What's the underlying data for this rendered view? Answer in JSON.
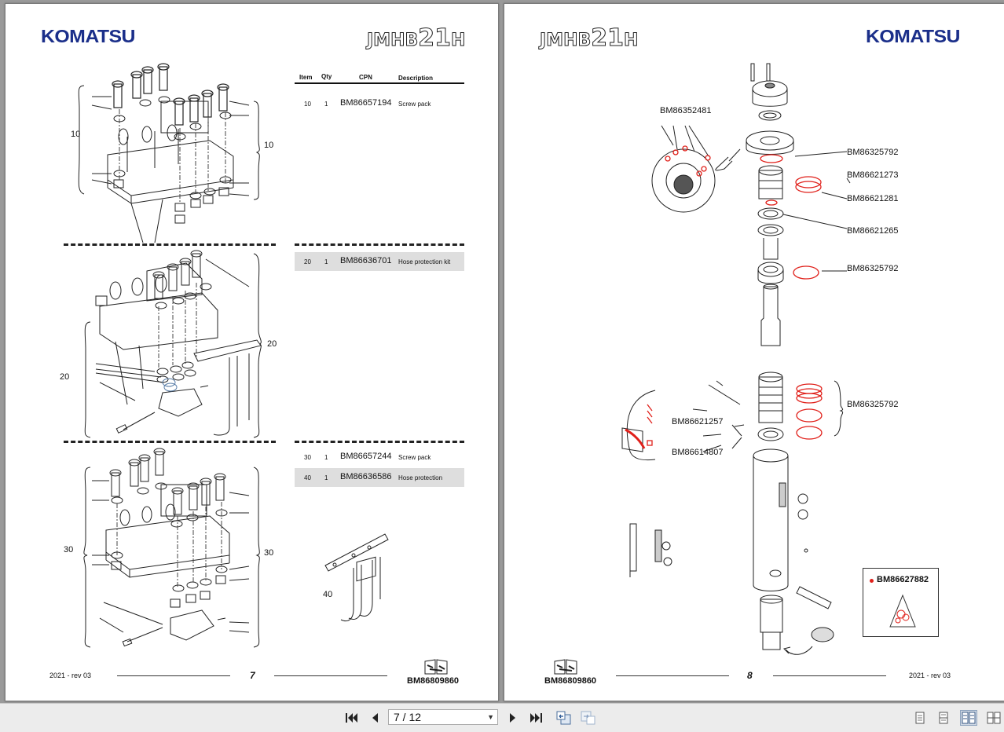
{
  "left_page": {
    "brand": "KOMATSU",
    "model_prefix": "JMHB",
    "model_num": "21",
    "model_suffix": "H",
    "table_headers": {
      "item": "Item",
      "qty": "Qty",
      "cpn": "CPN",
      "desc": "Description"
    },
    "rows": [
      {
        "item": "10",
        "qty": "1",
        "cpn": "BM86657194",
        "desc": "Screw pack",
        "shaded": false
      },
      {
        "item": "20",
        "qty": "1",
        "cpn": "BM86636701",
        "desc": "Hose protection kit",
        "shaded": true
      },
      {
        "item": "30",
        "qty": "1",
        "cpn": "BM86657244",
        "desc": "Screw pack",
        "shaded": false
      },
      {
        "item": "40",
        "qty": "1",
        "cpn": "BM86636586",
        "desc": "Hose  protection",
        "shaded": true
      }
    ],
    "diagram_labels": {
      "s10": "10",
      "s20": "20",
      "s30": "30",
      "s40": "40"
    },
    "footer_year": "2021 -  rev 03",
    "page_number": "7",
    "doc_code": "BM86809860"
  },
  "right_page": {
    "brand": "KOMATSU",
    "model_prefix": "JMHB",
    "model_num": "21",
    "model_suffix": "H",
    "parts": {
      "p1": "BM86352481",
      "p2": "BM86325792",
      "p3": "BM86621273",
      "p4": "BM86621281",
      "p5": "BM86621265",
      "p6": "BM86325792",
      "p7": "BM86325792",
      "p8": "BM86621257",
      "p9": "BM86614807"
    },
    "kit_callout": "BM86627882",
    "footer_year": "2021 -  rev 03",
    "page_number": "8",
    "doc_code": "BM86809860"
  },
  "toolbar": {
    "page_indicator": "7 / 12",
    "icons": [
      "first-page-icon",
      "prev-page-icon",
      "next-page-icon",
      "last-page-icon",
      "go-back-icon",
      "go-forward-icon"
    ],
    "views": [
      "single-page-view-icon",
      "continuous-view-icon",
      "two-page-view-icon",
      "two-page-continuous-view-icon"
    ],
    "active_view": "two-page-view-icon"
  },
  "colors": {
    "brand_blue": "#1b2f8a",
    "seal_red": "#e0201a",
    "viewer_bg": "#9a9a9a"
  }
}
